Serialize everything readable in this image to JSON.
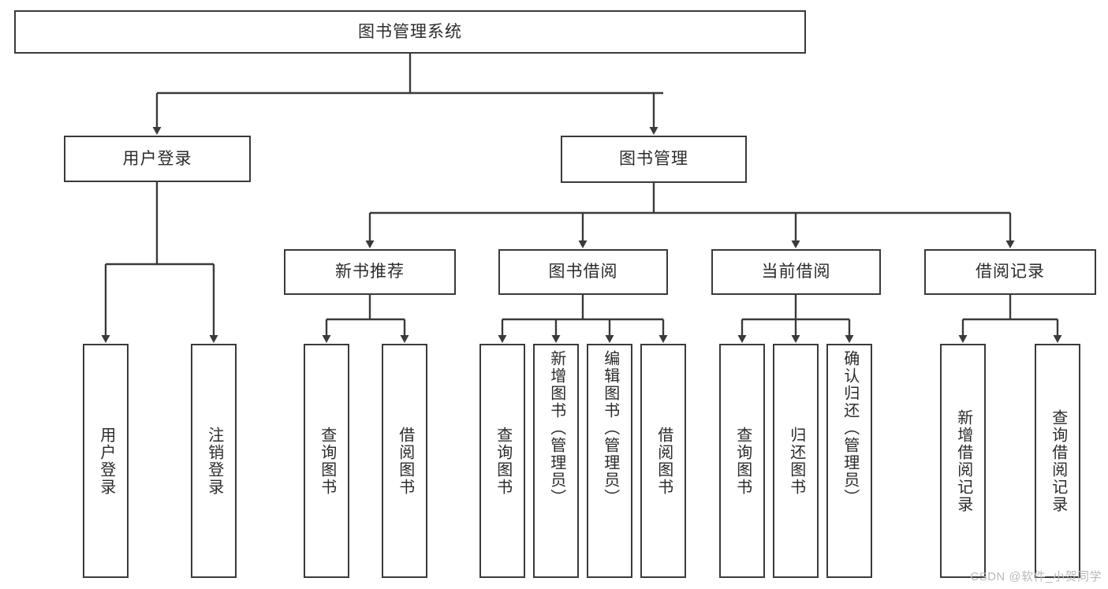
{
  "diagram": {
    "type": "tree-hierarchy",
    "title": "图书管理系统",
    "watermark": "CSDN @软件_小贺同学",
    "colors": {
      "box_border": "#3a3a3a",
      "box_fill": "#ffffff",
      "line": "#3a3a3a",
      "text": "#2b2b2b",
      "watermark": "#b9b9b9"
    },
    "root": {
      "label": "图书管理系统"
    },
    "level2": [
      {
        "label": "用户登录"
      },
      {
        "label": "图书管理"
      }
    ],
    "level3": [
      {
        "label": "新书推荐"
      },
      {
        "label": "图书借阅"
      },
      {
        "label": "当前借阅"
      },
      {
        "label": "借阅记录"
      }
    ],
    "leaves": {
      "user_login": [
        {
          "label": "用户登录"
        },
        {
          "label": "注销登录"
        }
      ],
      "new_book_recommend": [
        {
          "label": "查询图书"
        },
        {
          "label": "借阅图书"
        }
      ],
      "book_borrow": [
        {
          "label": "查询图书"
        },
        {
          "label": "新增图书（管理员）"
        },
        {
          "label": "编辑图书（管理员）"
        },
        {
          "label": "借阅图书"
        }
      ],
      "current_borrow": [
        {
          "label": "查询图书"
        },
        {
          "label": "归还图书"
        },
        {
          "label": "确认归还（管理员）"
        }
      ],
      "borrow_record": [
        {
          "label": "新增借阅记录"
        },
        {
          "label": "查询借阅记录"
        }
      ]
    }
  }
}
